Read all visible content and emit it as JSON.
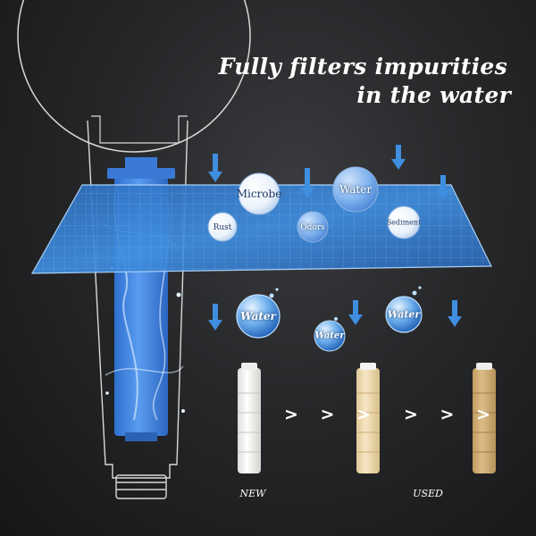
{
  "headline": {
    "line1": "Fully filters impurities",
    "line2": "in the water"
  },
  "impurities": {
    "microbe": "Microbe",
    "water": "Water",
    "rust": "Rust",
    "odors": "Odors",
    "sediment": "Sediment"
  },
  "clean_water": {
    "drop1": "Water",
    "drop2": "Water",
    "drop3": "Water"
  },
  "comparison": {
    "arrow1": "> > >",
    "arrow2": "> > >",
    "new_label": "NEW",
    "used_label": "USED"
  },
  "colors": {
    "filter_blue": "#3f8ee0",
    "cartridge_new": "#f4f4f2",
    "cartridge_mid": "#ecd9b0",
    "cartridge_used": "#d2b27d"
  }
}
